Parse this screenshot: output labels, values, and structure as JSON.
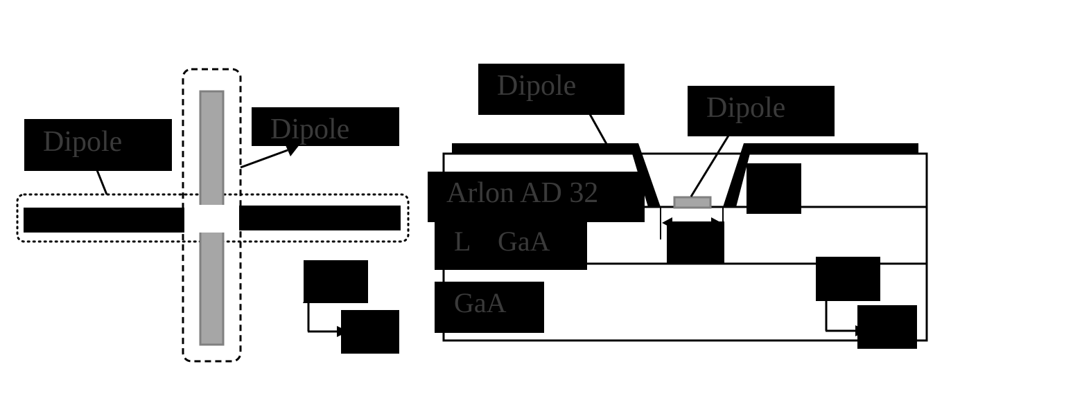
{
  "top_view": {
    "label_left": "Dipole",
    "label_right": "Dipole"
  },
  "cross_section": {
    "label_top_left": "Dipole",
    "label_top_right": "Dipole",
    "layer_substrate": "Arlon AD 32",
    "layer_middle": "L    GaA",
    "layer_bottom": "GaA"
  },
  "colors": {
    "redaction": "#000000",
    "gray_element": "#a6a6a6",
    "gray_border": "#808080",
    "label_text": "#3a3a3a"
  }
}
